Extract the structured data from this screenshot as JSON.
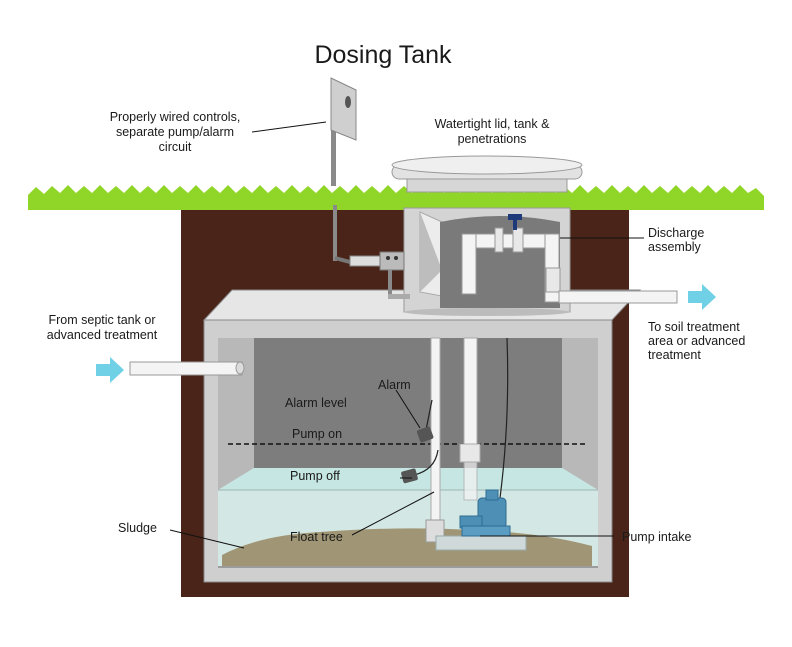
{
  "title": "Dosing Tank",
  "labels": {
    "controls": [
      "Properly wired controls,",
      "separate pump/alarm",
      "circuit"
    ],
    "lid": [
      "Watertight lid, tank &",
      "penetrations"
    ],
    "discharge": [
      "Discharge",
      "assembly"
    ],
    "inlet": [
      "From septic tank or",
      "advanced treatment"
    ],
    "outlet": [
      "To soil treatment",
      "area or advanced",
      "treatment"
    ],
    "alarm": "Alarm",
    "alarm_level": "Alarm level",
    "pump_on": "Pump on",
    "pump_off": "Pump off",
    "sludge": "Sludge",
    "float_tree": "Float tree",
    "pump_intake": "Pump intake"
  },
  "colors": {
    "grass": "#8fd628",
    "soil": "#4a2418",
    "concrete": "#cfcfcf",
    "water": "#d9efec",
    "sludge": "#a09676",
    "pump": "#4e8fb5",
    "flow_arrow": "#6fd0e6"
  },
  "icons": {
    "inlet_arrow": "flow-arrow-right-icon",
    "outlet_arrow": "flow-arrow-right-icon"
  }
}
